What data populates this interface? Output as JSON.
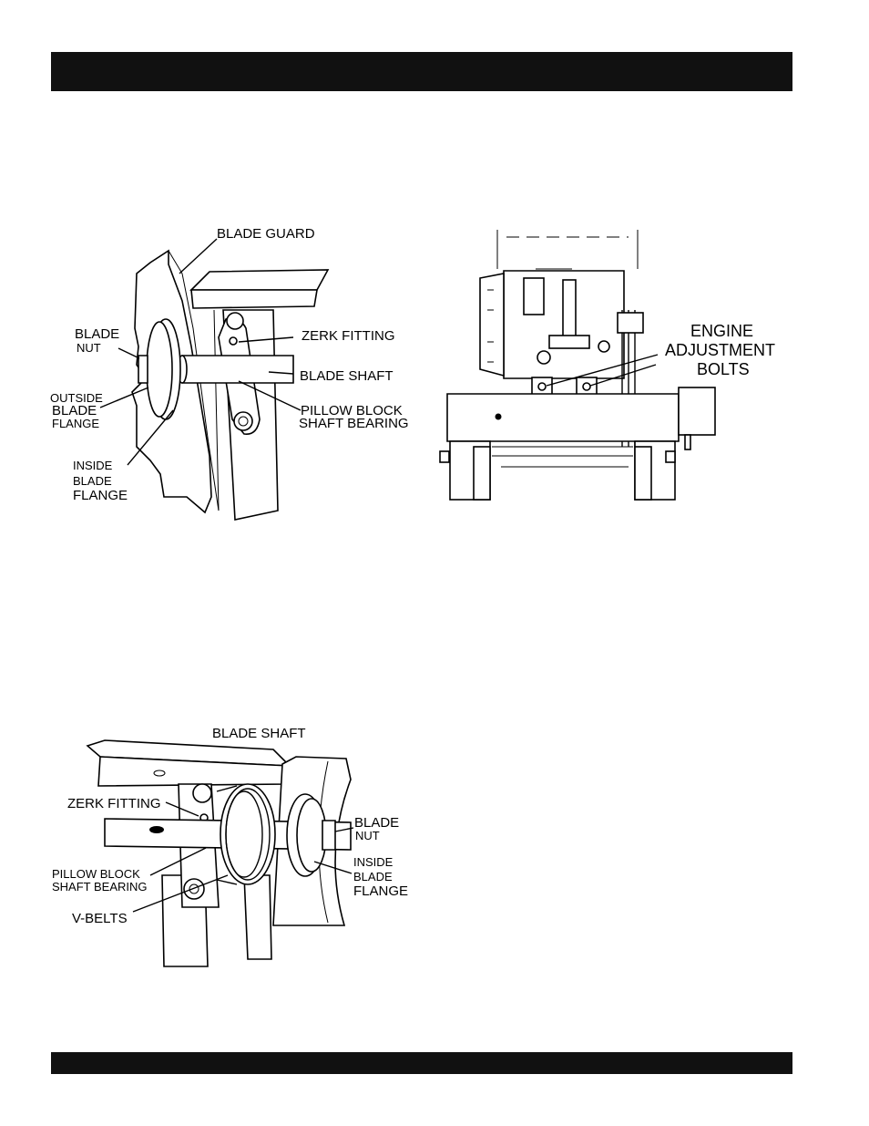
{
  "figure1": {
    "blade_guard": "BLADE GUARD",
    "zerk_fitting": "ZERK FITTING",
    "blade_label": "BLADE",
    "nut_label": "NUT",
    "blade_shaft": "BLADE SHAFT",
    "outside_label": "OUTSIDE",
    "outside_blade": "BLADE",
    "outside_flange": "FLANGE",
    "pillow_block": "PILLOW BLOCK",
    "shaft_bearing": "SHAFT BEARING",
    "inside_label": "INSIDE",
    "inside_blade": "BLADE",
    "inside_flange": "FLANGE"
  },
  "figure2": {
    "engine": "ENGINE",
    "adjustment": "ADJUSTMENT",
    "bolts": "BOLTS"
  },
  "figure3": {
    "blade_shaft": "BLADE SHAFT",
    "zerk_fitting": "ZERK FITTING",
    "blade_label": "BLADE",
    "nut_label": "NUT",
    "inside_label": "INSIDE",
    "inside_blade": "BLADE",
    "inside_flange": "FLANGE",
    "pillow_block": "PILLOW BLOCK",
    "shaft_bearing": "SHAFT BEARING",
    "v_belts": "V-BELTS"
  }
}
